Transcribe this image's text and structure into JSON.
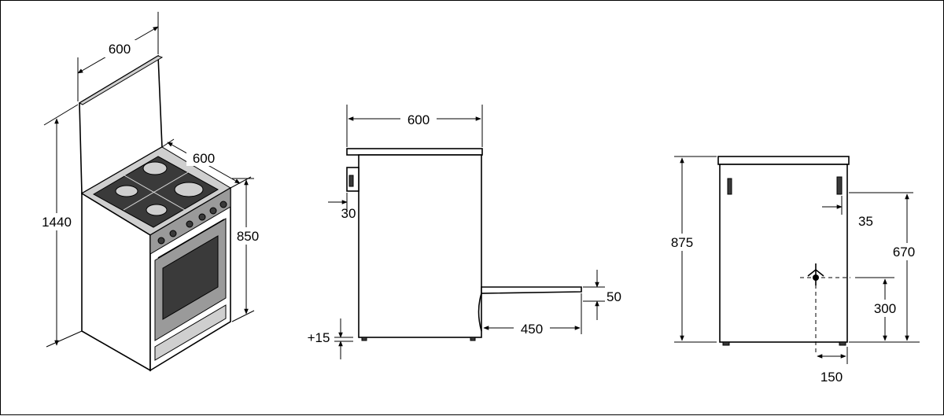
{
  "isometric_view": {
    "width_label": "600",
    "depth_label": "600",
    "total_height_label": "1440",
    "body_height_label": "850"
  },
  "side_view": {
    "width_label": "600",
    "offset_label": "30",
    "foot_label": "+15",
    "door_open_label": "450",
    "door_thickness_label": "50"
  },
  "rear_view": {
    "height_label": "875",
    "inset_label": "35",
    "upper_connection_label": "670",
    "gas_connection_label": "300",
    "side_offset_label": "150"
  }
}
